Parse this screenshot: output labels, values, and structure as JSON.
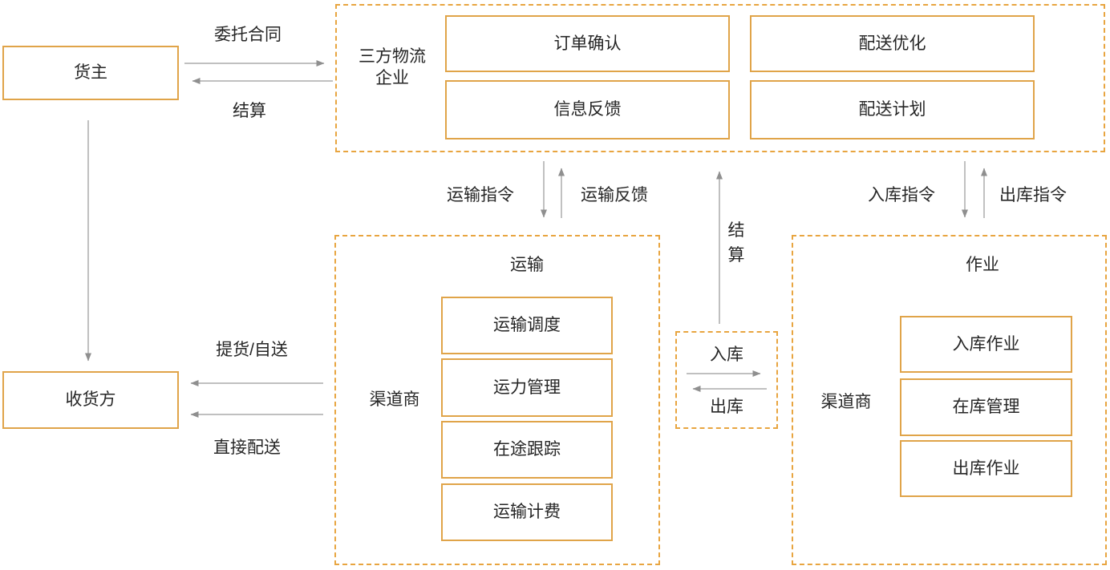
{
  "colors": {
    "solid_border": "#E0A449",
    "dashed_border": "#E8A540",
    "arrow_line": "#ACACAC",
    "arrow_head": "#8F8F8F",
    "text": "#262626"
  },
  "nodes": {
    "shipper": "货主",
    "consignee": "收货方"
  },
  "tpl": {
    "label": "三方物流企业",
    "boxes": [
      "订单确认",
      "信息反馈",
      "配送优化",
      "配送计划"
    ]
  },
  "transport": {
    "title": "运输",
    "side_label": "渠道商",
    "boxes": [
      "运输调度",
      "运力管理",
      "在途跟踪",
      "运输计费"
    ]
  },
  "warehouse": {
    "title": "作业",
    "side_label": "渠道商",
    "boxes": [
      "入库作业",
      "在库管理",
      "出库作业"
    ]
  },
  "io": {
    "inbound": "入库",
    "outbound": "出库"
  },
  "edges": {
    "contract": "委托合同",
    "settlement": "结算",
    "transport_order": "运输指令",
    "transport_feedback": "运输反馈",
    "settlement_vertical": "结算",
    "inbound_order": "入库指令",
    "outbound_order": "出库指令",
    "pickup": "提货/自送",
    "direct": "直接配送"
  }
}
